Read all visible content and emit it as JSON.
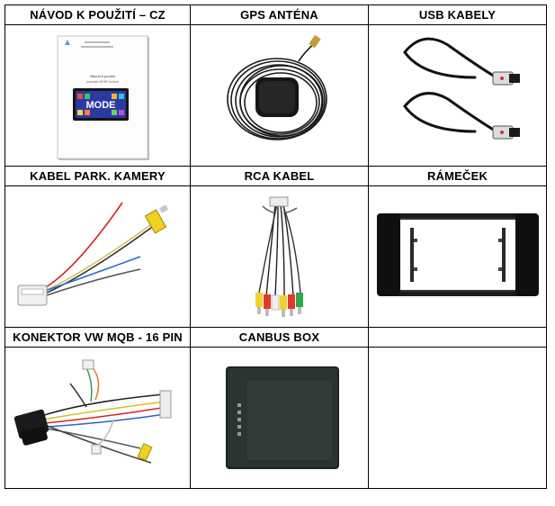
{
  "cells": [
    {
      "header": "NÁVOD K POUŽITÍ – CZ",
      "manual": {
        "title": "Návod k použití",
        "subtitle": "Autorádio MODE Android",
        "logo": "MODE"
      }
    },
    {
      "header": "GPS ANTÉNA"
    },
    {
      "header": "USB KABELY"
    },
    {
      "header": "KABEL PARK. KAMERY"
    },
    {
      "header": "RCA KABEL"
    },
    {
      "header": "RÁMEČEK"
    },
    {
      "header": "KONEKTOR VW MQB - 16 PIN"
    },
    {
      "header": "CANBUS BOX"
    },
    {
      "header": ""
    }
  ]
}
